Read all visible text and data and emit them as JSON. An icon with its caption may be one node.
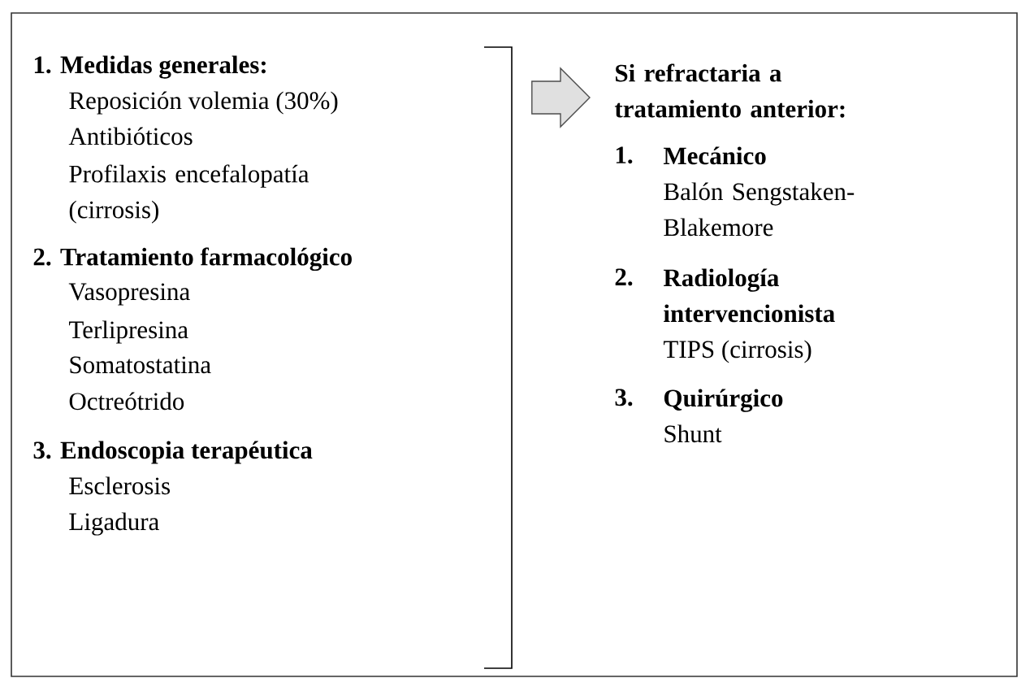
{
  "diagram": {
    "nodes": [
      {
        "text": [
          "1. Medidas generales:",
          "Reposición volemia (30%)",
          "Antibióticos",
          "Profilaxis encefalopatía (cirrosis)",
          "2. Tratamiento farmacológico",
          "Vasopresina",
          "Terlipresina",
          "Somatostatina",
          "Octreótrido",
          "3. Endoscopia terapéutica",
          "Esclerosis",
          "Ligadura"
        ]
      },
      {
        "text": [
          "Si refractaria a tratamiento anterior:",
          "1.",
          "Mecánico",
          "Balón Sengstaken-Blakemore",
          "2.",
          "Radiología intervencionista",
          "TIPS (cirrosis)",
          "3.",
          "Quirúrgico",
          "Shunt"
        ]
      }
    ],
    "edges": [
      {
        "from": 0,
        "to": 1,
        "arrow": "to"
      }
    ]
  }
}
